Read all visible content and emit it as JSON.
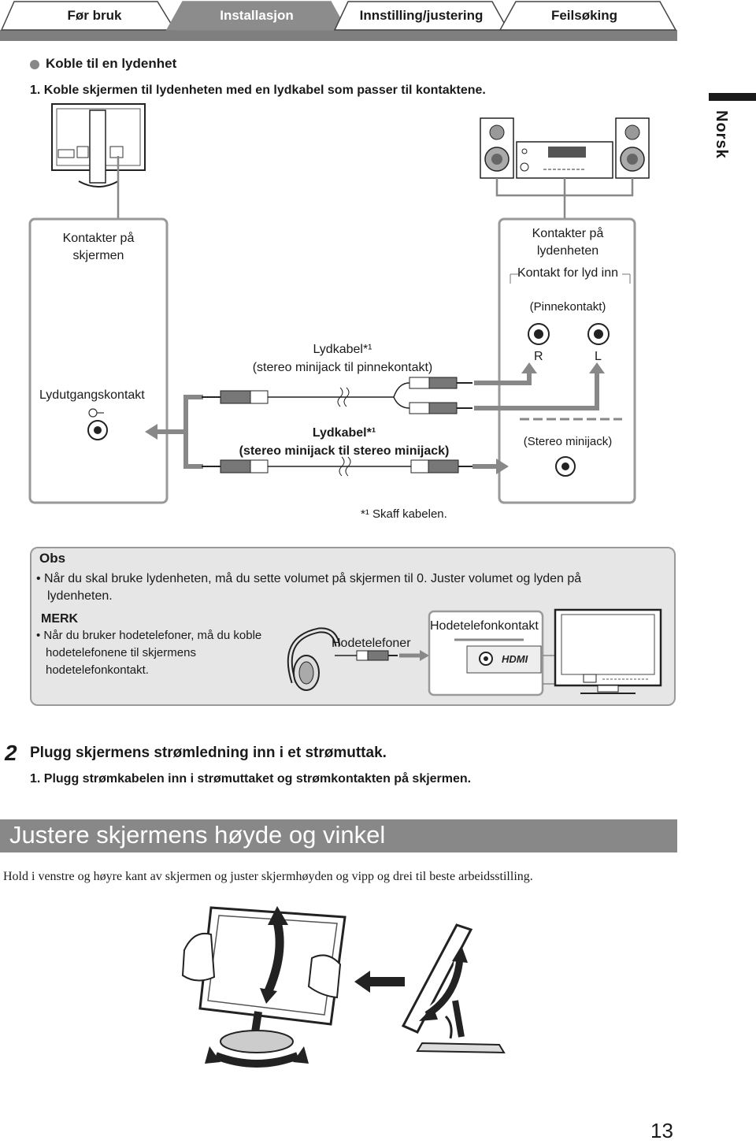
{
  "tabs": [
    "Før bruk",
    "Installasjon",
    "Innstilling/justering",
    "Feilsøking"
  ],
  "side_label": "Norsk",
  "section": {
    "bullet_title": "Koble til en lydenhet",
    "step1": "1. Koble skjermen til lydenheten med en lydkabel som passer til kontaktene."
  },
  "diagram": {
    "monitor_box_title_1": "Kontakter på",
    "monitor_box_title_2": "skjermen",
    "audio_box_title_1": "Kontakter på",
    "audio_box_title_2": "lydenheten",
    "audio_in": "Kontakt for lyd inn",
    "pin_jack": "(Pinnekontakt)",
    "r": "R",
    "l": "L",
    "cable1_line1": "Lydkabel*¹",
    "cable1_line2": "(stereo minijack til pinnekontakt)",
    "line_out": "Lydutgangskontakt",
    "cable2_line1": "Lydkabel*¹",
    "cable2_line2": "(stereo minijack til stereo minijack)",
    "stereo_mini": "(Stereo minijack)",
    "footnote": "*¹ Skaff kabelen."
  },
  "obs": {
    "title": "Obs",
    "text_1": "• Når du skal bruke lydenheten, må du sette volumet på skjermen til 0. Juster volumet og lyden på",
    "text_2": "lydenheten.",
    "merk": "MERK",
    "merk_1": "• Når du bruker hodetelefoner, må du koble",
    "merk_2": "hodetelefonene til skjermens",
    "merk_3": "hodetelefonkontakt.",
    "headphones": "Hodetelefoner",
    "headphone_jack": "Hodetelefonkontakt",
    "hdmi": "HDMI"
  },
  "step2": {
    "number": "2",
    "title": "Plugg skjermens strømledning inn i et strømuttak.",
    "sub": "1. Plugg strømkabelen inn i strømuttaket og strømkontakten på skjermen."
  },
  "adjust": {
    "banner": "Justere skjermens høyde og vinkel",
    "text": "Hold i venstre og høyre kant av skjermen og juster skjermhøyden og vipp og drei til beste arbeidsstilling."
  },
  "page_number": "13"
}
